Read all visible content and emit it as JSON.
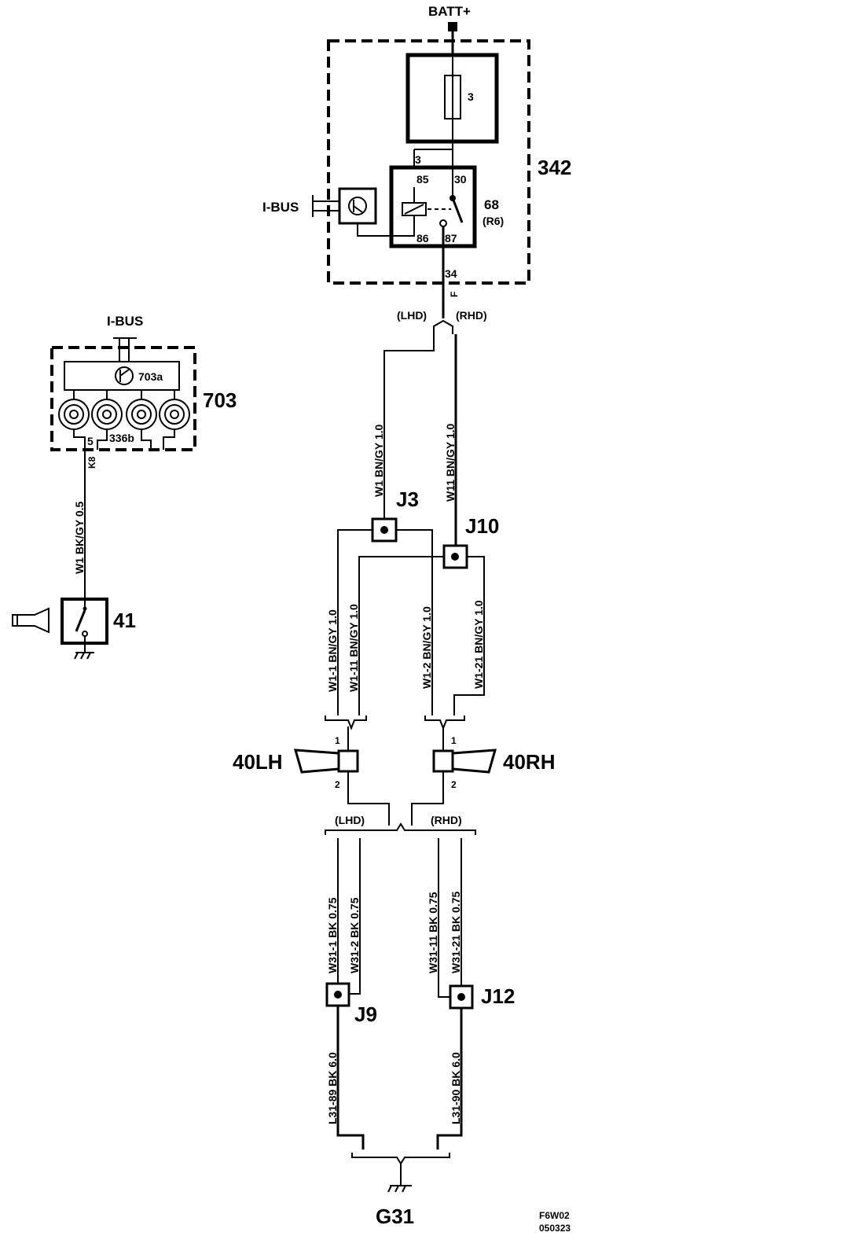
{
  "labels": {
    "batt": "BATT+",
    "fuse_box_id": "342",
    "fuse_num": "3",
    "relay_id": "68",
    "relay_sub": "(R6)",
    "pin_85": "85",
    "pin_30": "30",
    "pin_86": "86",
    "pin_87": "87",
    "pin_3": "3",
    "ibus_right": "I-BUS",
    "conn_34": "34",
    "conn_f": "F",
    "lhd_top": "(LHD)",
    "rhd_top": "(RHD)",
    "ibus_left": "I-BUS",
    "module_id": "703",
    "module_sub": "703a",
    "pin_5": "5",
    "pin_336b": "336b",
    "conn_k8": "K8",
    "wire_w1_bkgy": "W1 BK/GY  0.5",
    "horn_switch_id": "41",
    "wire_w1_bngy": "W1 BN/GY  1.0",
    "wire_w11_bngy": "W11 BN/GY  1.0",
    "j3": "J3",
    "j10": "J10",
    "wire_w1_1": "W1-1 BN/GY  1.0",
    "wire_w1_11": "W1-11 BN/GY  1.0",
    "wire_w1_2": "W1-2 BN/GY  1.0",
    "wire_w1_21": "W1-21 BN/GY  1.0",
    "horn_lh": "40LH",
    "horn_rh": "40RH",
    "pin1_lh": "1",
    "pin2_lh": "2",
    "pin1_rh": "1",
    "pin2_rh": "2",
    "lhd_bot": "(LHD)",
    "rhd_bot": "(RHD)",
    "wire_w31_1": "W31-1 BK  0.75",
    "wire_w31_2": "W31-2 BK  0.75",
    "wire_w31_11": "W31-11 BK  0.75",
    "wire_w31_21": "W31-21 BK  0.75",
    "j9": "J9",
    "j12": "J12",
    "wire_l31_89": "L31-89  BK  6.0",
    "wire_l31_90": "L31-90  BK  6.0",
    "ground_id": "G31",
    "ref_code": "F6W02",
    "ref_date": "050323"
  }
}
